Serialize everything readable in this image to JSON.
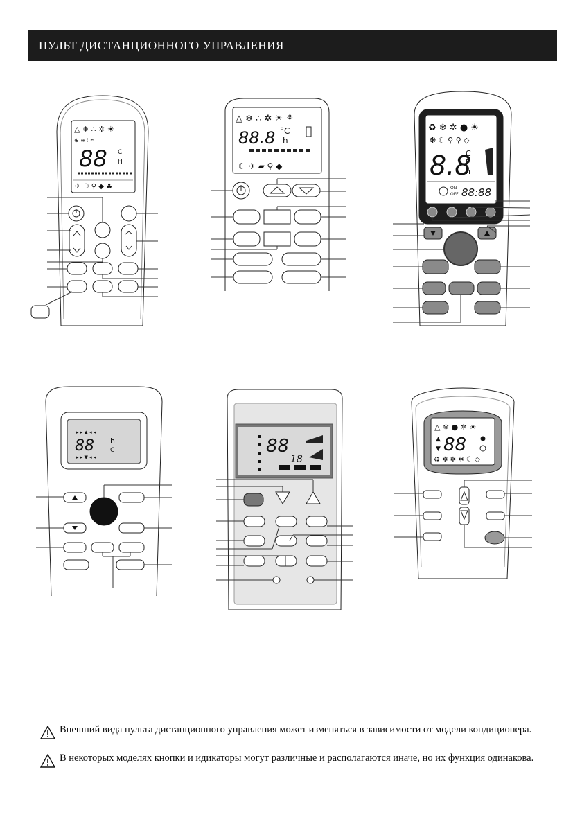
{
  "header": {
    "title": "ПУЛЬТ ДИСТАНЦИОННОГО УПРАВЛЕНИЯ"
  },
  "icons": [
    "warning-icon",
    "power-icon",
    "up-arrow-icon",
    "down-arrow-icon",
    "snowflake-icon",
    "sun-icon",
    "drop-icon",
    "fan-icon",
    "moon-icon",
    "timer-icon"
  ],
  "remotes": {
    "r1": {
      "digits": "88",
      "unit_c": "C",
      "unit_h": "H"
    },
    "r2": {
      "digits": "88.8",
      "unit_c": "°C",
      "unit_h": "h"
    },
    "r3": {
      "digits": "8.8",
      "unit_c": "C",
      "unit_f": "F",
      "unit_h": "h",
      "on": "ON",
      "off": "OFF",
      "clock": "88:88"
    },
    "r4": {
      "digits": "88",
      "unit_h": "h",
      "unit_c": "C"
    },
    "r5": {
      "digits": "88",
      "small_digits": "18"
    },
    "r6": {
      "digits": "88"
    }
  },
  "notes": [
    "Внешний вида пульта дистанционного управления может изменяться в зависимости от модели кондиционера.",
    "В некоторых моделях кнопки и идикаторы  могут различные и  располагаются иначе, но их функция одинакова."
  ]
}
